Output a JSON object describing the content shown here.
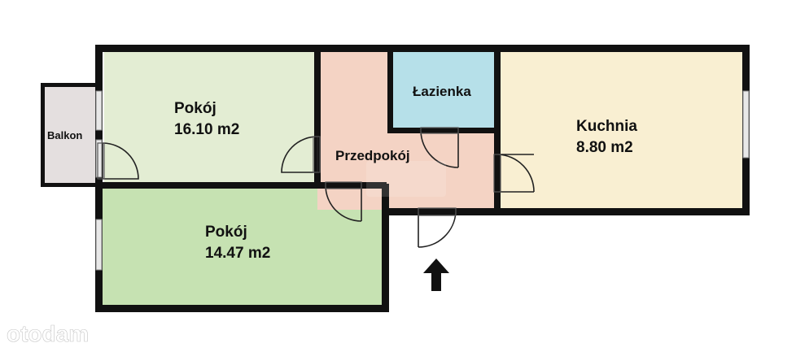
{
  "rooms": {
    "room_1": {
      "name": "Pokój",
      "area": "16.10 m2"
    },
    "room_2": {
      "name": "Pokój",
      "area": "14.47 m2"
    },
    "kitchen": {
      "name": "Kuchnia",
      "area": "8.80 m2"
    },
    "bathroom": {
      "name": "Łazienka"
    },
    "hall": {
      "name": "Przedpokój"
    },
    "balcony": {
      "name": "Balkon"
    }
  },
  "watermark": {
    "text": "otodam"
  },
  "colors": {
    "wall": "#111111",
    "room_1": "#e3edd3",
    "room_2": "#c6e2b2",
    "kitchen": "#f9efd2",
    "bathroom": "#b6e0e9",
    "hall": "#f4d3c4",
    "balcony": "#e4dfdf",
    "window": "#e8e8e8"
  },
  "icons": {
    "entrance": "arrow-up-icon"
  }
}
